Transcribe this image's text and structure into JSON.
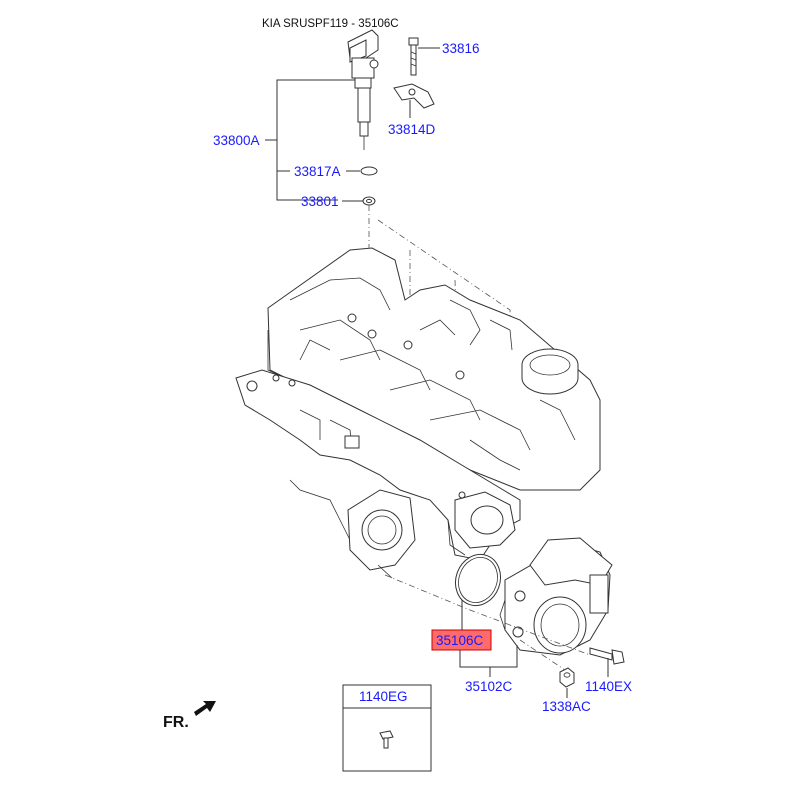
{
  "header": {
    "title": "KIA SRUSPF119 - 35106C"
  },
  "callouts": {
    "c33816": "33816",
    "c33814D": "33814D",
    "c33800A": "33800A",
    "c33817A": "33817A",
    "c33801": "33801",
    "c35106C": "35106C",
    "c35102C": "35102C",
    "c1338AC": "1338AC",
    "c1140EX": "1140EX"
  },
  "legend_box": {
    "label": "1140EG"
  },
  "orientation": {
    "label": "FR."
  },
  "colors": {
    "callout_text": "#1a1aff",
    "highlight_fill": "#ff6b6b",
    "highlight_border": "#cc0000",
    "line": "#333333"
  }
}
